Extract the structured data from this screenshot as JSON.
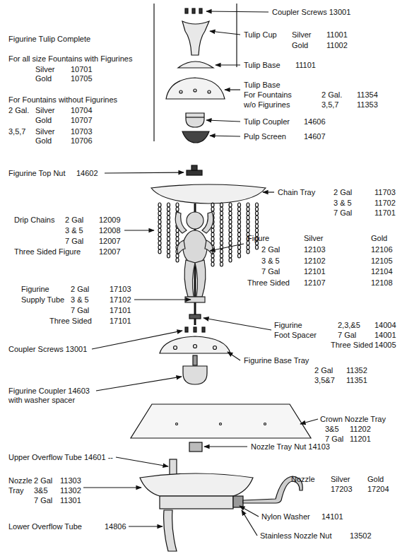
{
  "diagram": {
    "labels": [
      "Coupler Screws 13001",
      "Figurine Tulip Complete",
      "Tulip Cup",
      "Silver",
      "11001",
      "Gold",
      "11002",
      "For all size Fountains with Figurines",
      "Silver",
      "10701",
      "Gold",
      "10705",
      "Tulip Base",
      "11101",
      "For Fountains without Figurines",
      "2 Gal.",
      "Silver",
      "10704",
      "Gold",
      "10707",
      "3,5,7",
      "Silver",
      "10703",
      "Gold",
      "10706",
      "Tulip Base",
      "For Fountains",
      "2 Gal.",
      "11354",
      "w/o Figurines",
      "3,5,7",
      "11353",
      "Tulip Coupler",
      "14606",
      "Pulp Screen",
      "14607",
      "Figurine Top Nut",
      "14602",
      "Chain Tray",
      "2 Gal",
      "11703",
      "3 & 5",
      "11702",
      "7 Gal",
      "11701",
      "Drip Chains",
      "2 Gal",
      "12009",
      "3 & 5",
      "12008",
      "7 Gal",
      "12007",
      "Three Sided Figure",
      "12007",
      "Figure",
      "Silver",
      "Gold",
      "2 Gal",
      "12103",
      "12106",
      "3 & 5",
      "12102",
      "12105",
      "7 Gal",
      "12101",
      "12104",
      "Three Sided",
      "12107",
      "12108",
      "Figurine",
      "2 Gal",
      "17103",
      "Supply Tube",
      "3 & 5",
      "17102",
      "7 Gal",
      "17101",
      "Three Sided",
      "17101",
      "Figurine",
      "2,3,&5",
      "14004",
      "Foot Spacer",
      "7 Gal",
      "14001",
      "Three Sided",
      "14005",
      "Coupler Screws 13001",
      "Figurine Base Tray",
      "2 Gal",
      "11352",
      "3,5&7",
      "11351",
      "Figurine Coupler 14603",
      "with washer spacer",
      "Crown Nozzle Tray",
      "3&5",
      "11202",
      "7 Gal",
      "11201",
      "Nozzle Tray Nut 14103",
      "Upper Overflow Tube 14601 --",
      "Nozzle",
      "2 Gal",
      "11303",
      "Tray",
      "3&5",
      "11302",
      "7 Gal",
      "11301",
      "Nozzle",
      "Silver",
      "Gold",
      "17203",
      "17204",
      "Nylon Washer",
      "14101",
      "Lower Overflow Tube",
      "14806",
      "Stainless Nozzle Nut",
      "13502"
    ]
  }
}
